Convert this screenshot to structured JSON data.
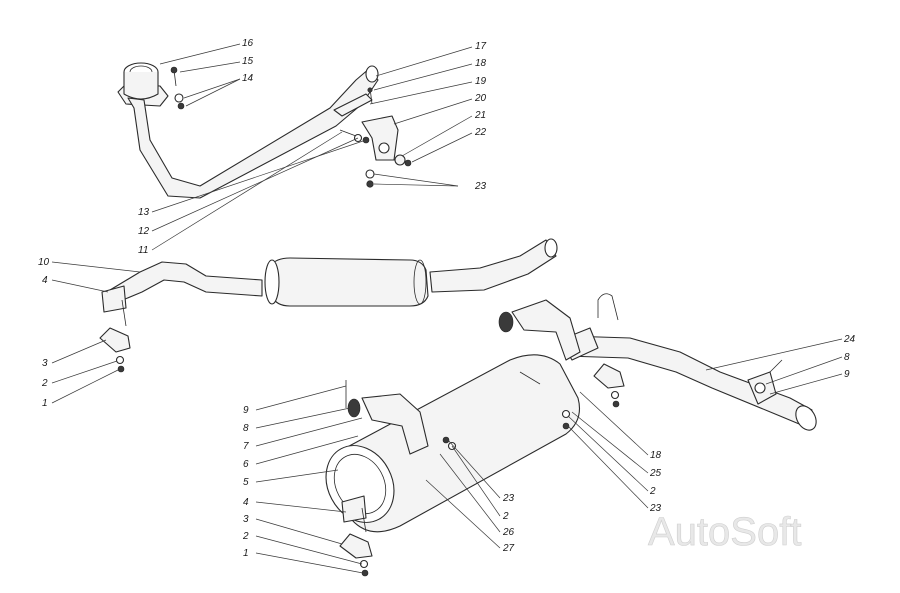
{
  "watermark": "AutoSoft",
  "callouts": {
    "top": [
      "16",
      "15",
      "14",
      "17",
      "18",
      "19",
      "20",
      "21",
      "22",
      "23",
      "13",
      "12",
      "11"
    ],
    "middle": [
      "10",
      "4",
      "3",
      "2",
      "1"
    ],
    "right": [
      "24",
      "8",
      "9"
    ],
    "bottom_left": [
      "9",
      "8",
      "7",
      "6",
      "5",
      "4",
      "3",
      "2",
      "1"
    ],
    "bottom_right": [
      "18",
      "25",
      "2",
      "23"
    ],
    "bottom_center": [
      "23",
      "2",
      "26",
      "27"
    ]
  }
}
